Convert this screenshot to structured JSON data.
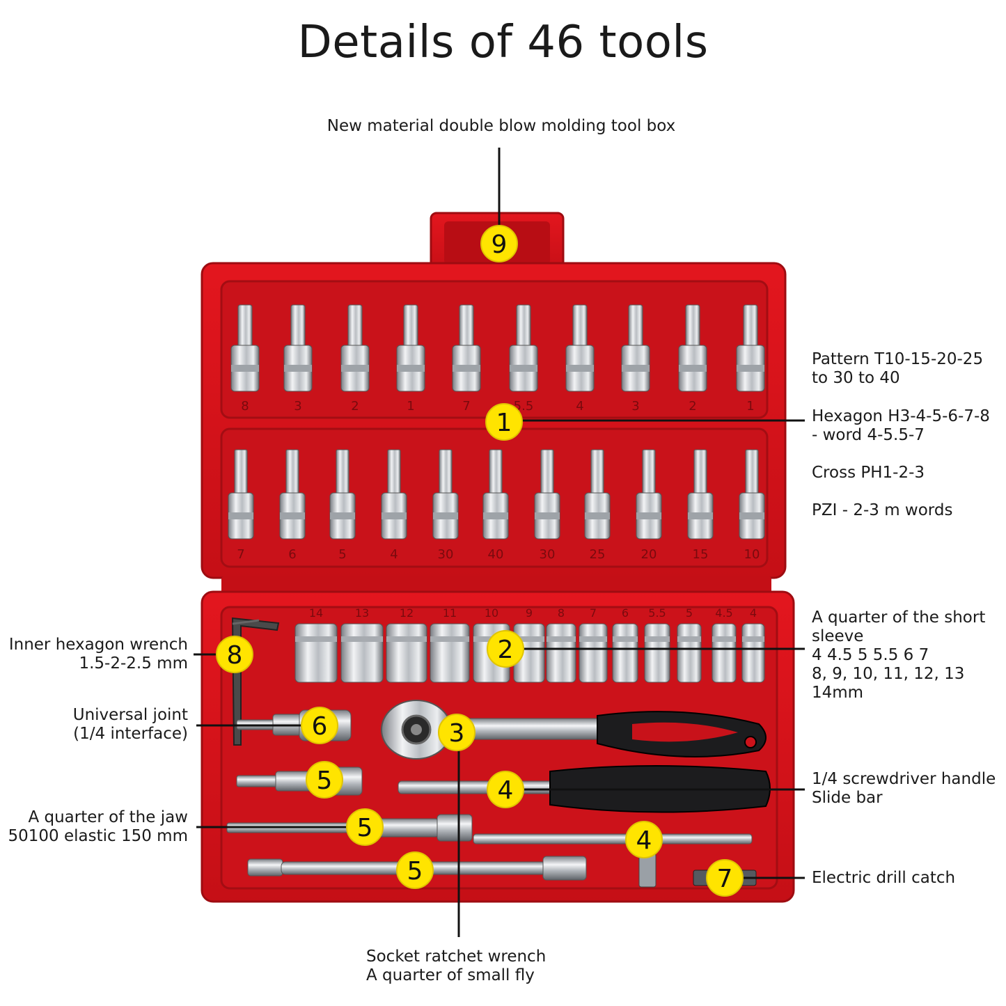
{
  "title": "Details of 46 tools",
  "callouts": {
    "toolbox": {
      "marker": "9",
      "lines": [
        "New material double blow molding tool box"
      ]
    },
    "bits": {
      "marker": "1",
      "lines": [
        "Pattern T10-15-20-25",
        "to 30 to 40",
        "Hexagon H3-4-5-6-7-8",
        "- word 4-5.5-7",
        "Cross PH1-2-3",
        "PZI - 2-3 m words"
      ]
    },
    "sleeves": {
      "marker": "2",
      "lines": [
        "A quarter of the short",
        "sleeve",
        "4 4.5 5 5.5 6 7",
        "8, 9, 10, 11, 12, 13",
        "14mm"
      ]
    },
    "ratchet": {
      "marker": "3",
      "lines": [
        "Socket ratchet wrench",
        "A quarter of small fly"
      ]
    },
    "handle": {
      "markers": [
        "4",
        "4",
        "4"
      ],
      "lines": [
        "1/4 screwdriver handle",
        "Slide bar"
      ]
    },
    "extension": {
      "markers": [
        "5",
        "5",
        "5"
      ],
      "lines": [
        "A quarter of the jaw",
        "50100 elastic 150 mm"
      ]
    },
    "ujoint": {
      "marker": "6",
      "lines": [
        "Universal joint",
        "(1/4 interface)"
      ]
    },
    "drill": {
      "marker": "7",
      "lines": [
        "Electric drill catch"
      ]
    },
    "hexkey": {
      "marker": "8",
      "lines": [
        "Inner hexagon wrench",
        "1.5-2-2.5 mm"
      ]
    }
  },
  "tray_labels": {
    "top_row": [
      "8",
      "3",
      "2",
      "1",
      "7",
      "5.5",
      "4",
      "3",
      "2",
      "1"
    ],
    "middle_row": [
      "7",
      "6",
      "5",
      "4",
      "30",
      "40",
      "30",
      "25",
      "20",
      "15",
      "10"
    ],
    "sleeve_row": [
      "14",
      "13",
      "12",
      "11",
      "10",
      "9",
      "8",
      "7",
      "6",
      "5.5",
      "5",
      "4.5",
      "4"
    ]
  },
  "colors": {
    "case_red": "#d8121a",
    "case_dark": "#a10c10",
    "marker_yellow": "#ffe400",
    "chrome": "#c9ccd0",
    "handle_black": "#1c1c1e"
  }
}
